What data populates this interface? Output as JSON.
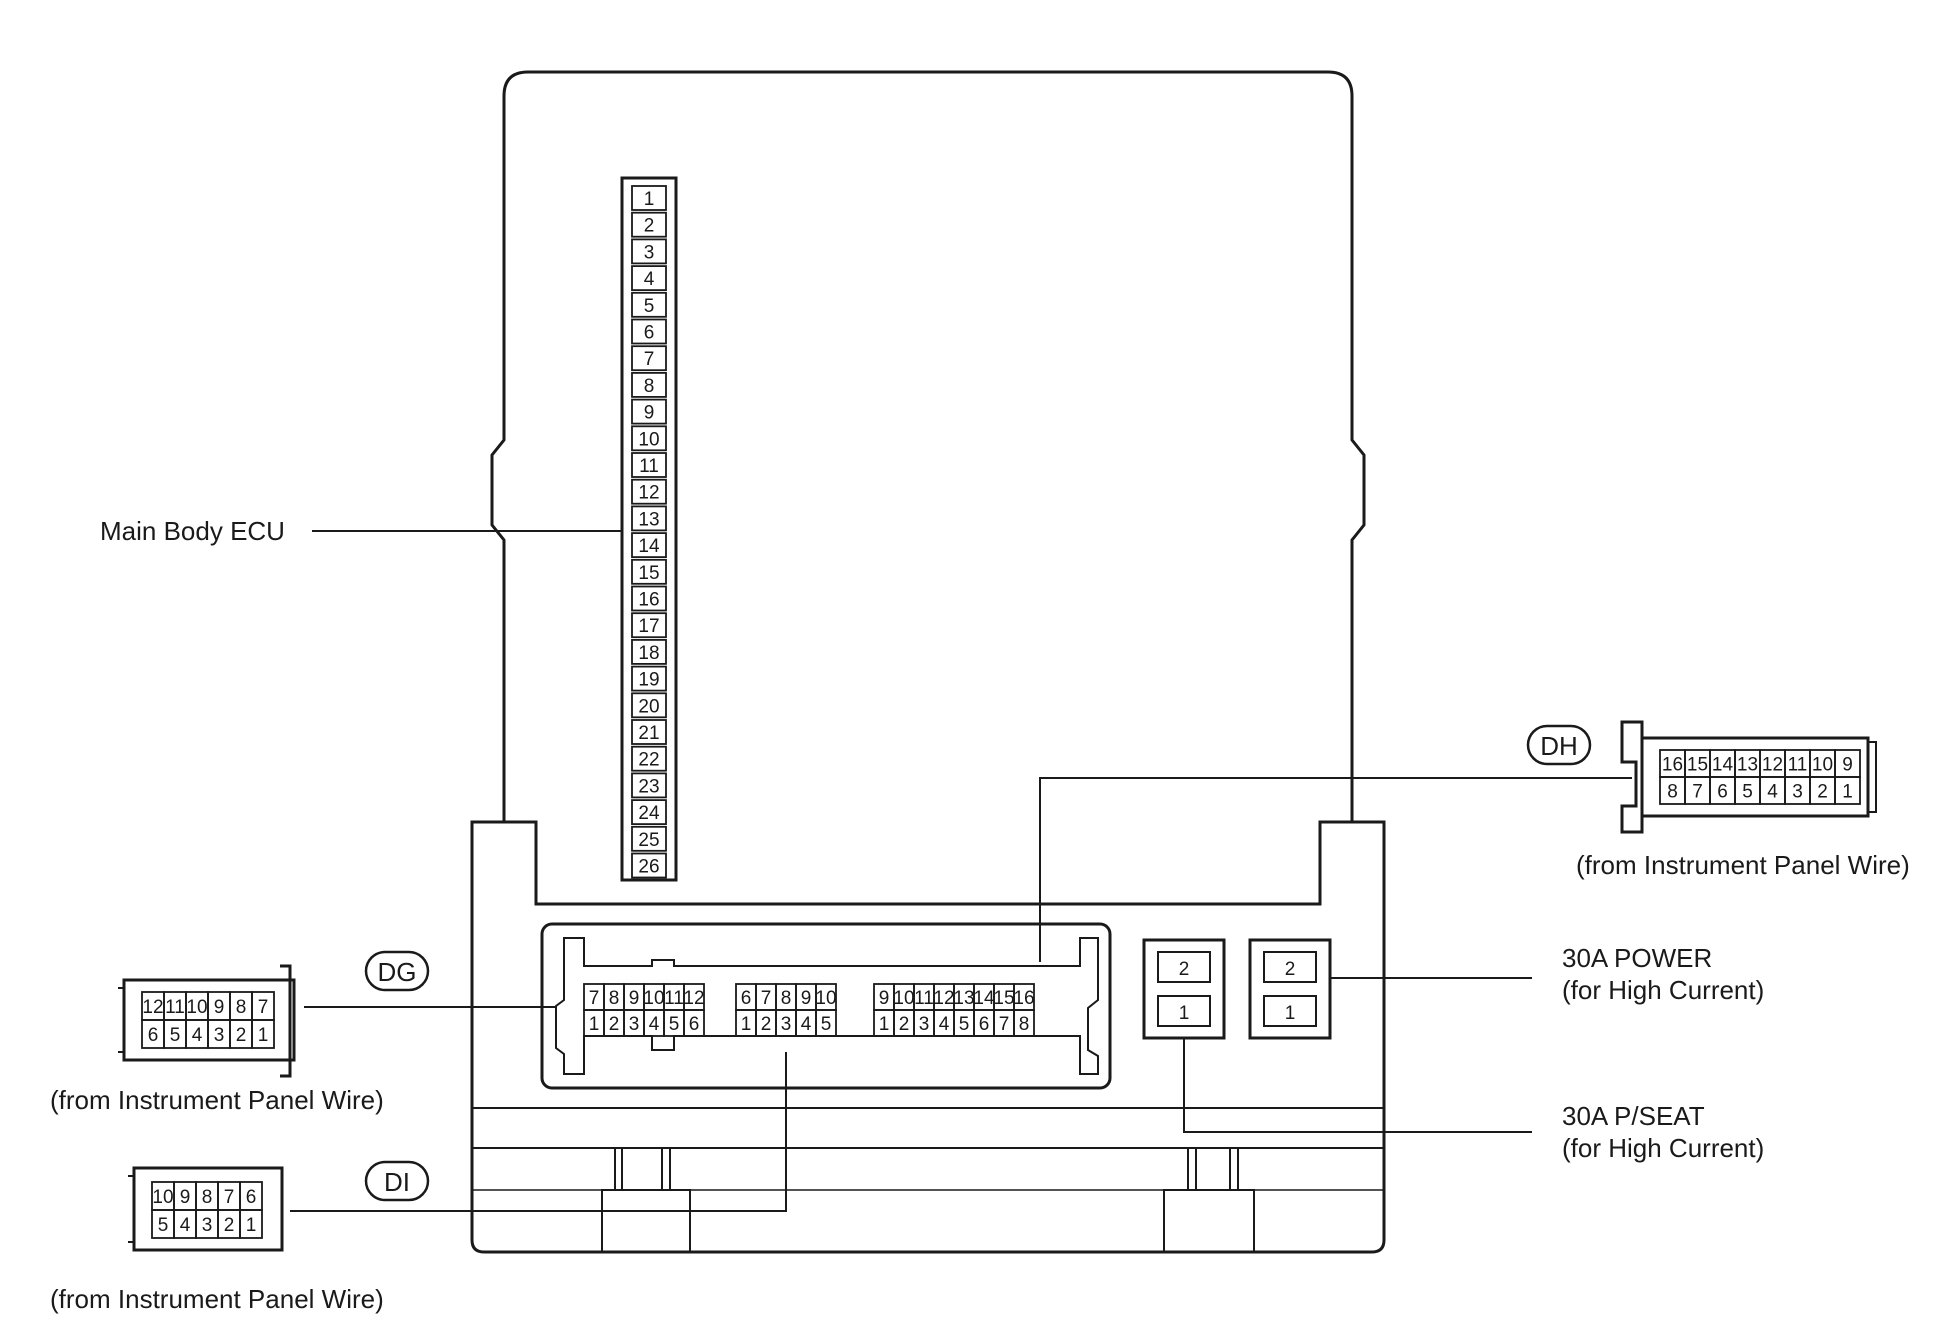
{
  "labels": {
    "main_body_ecu": "Main Body ECU",
    "dh": "DH",
    "dg": "DG",
    "di": "DI",
    "from_ip_wire": "(from Instrument Panel Wire)",
    "power_fuse_line1": "30A POWER",
    "power_fuse_line2": "(for High Current)",
    "pseat_fuse_line1": "30A P/SEAT",
    "pseat_fuse_line2": "(for High Current)"
  },
  "ecu_column_pins": [
    "1",
    "2",
    "3",
    "4",
    "5",
    "6",
    "7",
    "8",
    "9",
    "10",
    "11",
    "12",
    "13",
    "14",
    "15",
    "16",
    "17",
    "18",
    "19",
    "20",
    "21",
    "22",
    "23",
    "24",
    "25",
    "26"
  ],
  "ecu_block_a": {
    "top": [
      "7",
      "8",
      "9",
      "10",
      "11",
      "12"
    ],
    "bottom": [
      "1",
      "2",
      "3",
      "4",
      "5",
      "6"
    ]
  },
  "ecu_block_b": {
    "top": [
      "6",
      "7",
      "8",
      "9",
      "10"
    ],
    "bottom": [
      "1",
      "2",
      "3",
      "4",
      "5"
    ]
  },
  "ecu_block_c": {
    "top": [
      "9",
      "10",
      "11",
      "12",
      "13",
      "14",
      "15",
      "16"
    ],
    "bottom": [
      "1",
      "2",
      "3",
      "4",
      "5",
      "6",
      "7",
      "8"
    ]
  },
  "fuse_pins": {
    "top": "2",
    "bottom": "1"
  },
  "dh_connector": {
    "top": [
      "16",
      "15",
      "14",
      "13",
      "12",
      "11",
      "10",
      "9"
    ],
    "bottom": [
      "8",
      "7",
      "6",
      "5",
      "4",
      "3",
      "2",
      "1"
    ]
  },
  "dg_connector": {
    "top": [
      "12",
      "11",
      "10",
      "9",
      "8",
      "7"
    ],
    "bottom": [
      "6",
      "5",
      "4",
      "3",
      "2",
      "1"
    ]
  },
  "di_connector": {
    "top": [
      "10",
      "9",
      "8",
      "7",
      "6"
    ],
    "bottom": [
      "5",
      "4",
      "3",
      "2",
      "1"
    ]
  }
}
